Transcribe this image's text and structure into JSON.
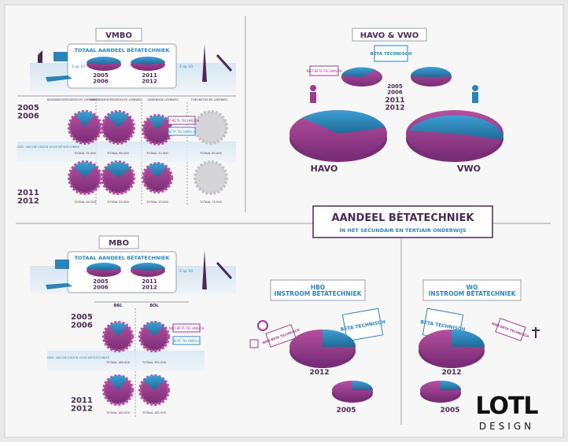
{
  "vmbo": {
    "title": "VMBO",
    "box_title": "TOTAAL AANDEEL BÈTATECHNIEK",
    "period_a": "2005\n2006",
    "period_b": "2011\n2012",
    "ratio": "2 op 10",
    "year_top": "2005\n2006",
    "year_bottom": "2011\n2012",
    "columns": [
      "BASISBEROEPSGERICHTE LEERWEG",
      "KADERBEROEPSGERICHTE LEERWEG",
      "GEMENGDE LEERWEG",
      "THEORETISCHE LEERWEG"
    ],
    "totals_top": [
      "TOTAAL 55.000",
      "TOTAAL 60.000",
      "TOTAAL 22.000",
      "TOTAAL 80.000"
    ],
    "totals_bottom": [
      "TOTAAL 44.500",
      "TOTAAL 53.500",
      "TOTAAL 25.000",
      "TOTAAL 73.500"
    ],
    "note": "DEEL VAN DIE KIEZEN VOOR BÈTATECHNIEK",
    "tag_niet": "NIET-BÈTA TECHNISCH",
    "tag_beta": "BÈTA TECHNISCH"
  },
  "havo": {
    "title": "HAVO & VWO",
    "tag_beta": "BÈTA TECHNISCH",
    "tag_niet": "NIET-BÈTA TECHNISCH",
    "year_a": "2005\n2006",
    "year_b": "2011\n2012",
    "label_havo": "HAVO",
    "label_vwo": "VWO"
  },
  "center": {
    "title": "AANDEEL BÈTATECHNIEK",
    "subtitle": "IN HET SECUNDAIR EN TERTIAIR ONDERWIJS"
  },
  "mbo": {
    "title": "MBO",
    "box_title": "TOTAAL AANDEEL BÈTATECHNIEK",
    "period_a": "2005\n2006",
    "period_b": "2011\n2012",
    "ratio": "2 op 10",
    "col_bbl": "BBL",
    "col_bol": "BOL",
    "year_top": "2005\n2006",
    "year_bottom": "2011\n2012",
    "totals_top": [
      "TOTAAL 165.000",
      "TOTAAL 391.000"
    ],
    "totals_bottom": [
      "TOTAAL 162.000",
      "TOTAAL 181.500"
    ],
    "note": "DEEL VAN DIE KIEZEN VOOR BÈTATECHNIEK",
    "tag_niet": "NIET-BÈTA TECHNISCH",
    "tag_beta": "BÈTA TECHNISCH"
  },
  "hbo": {
    "title": "HBO\nINSTROOM BÈTATECHNIEK",
    "sign": "BÈTA TECHNISCH",
    "sign_niet": "NIET-BÈTA TECHNISCH",
    "year_a": "2012",
    "year_b": "2005"
  },
  "wo": {
    "title": "WO\nINSTROOM BÈTATECHNIEK",
    "sign": "BÈTA TECHNISCH",
    "sign_niet": "NIET-BÈTA TECHNISCH",
    "year_a": "2012",
    "year_b": "2005"
  },
  "logo": {
    "top": "LOTL",
    "bottom": "DESIGN"
  },
  "colors": {
    "purple": "#9b3c8e",
    "blue": "#2b84b8",
    "dark": "#4a2a55",
    "line": "#9aa0aa",
    "bg": "#e9e9ea"
  }
}
